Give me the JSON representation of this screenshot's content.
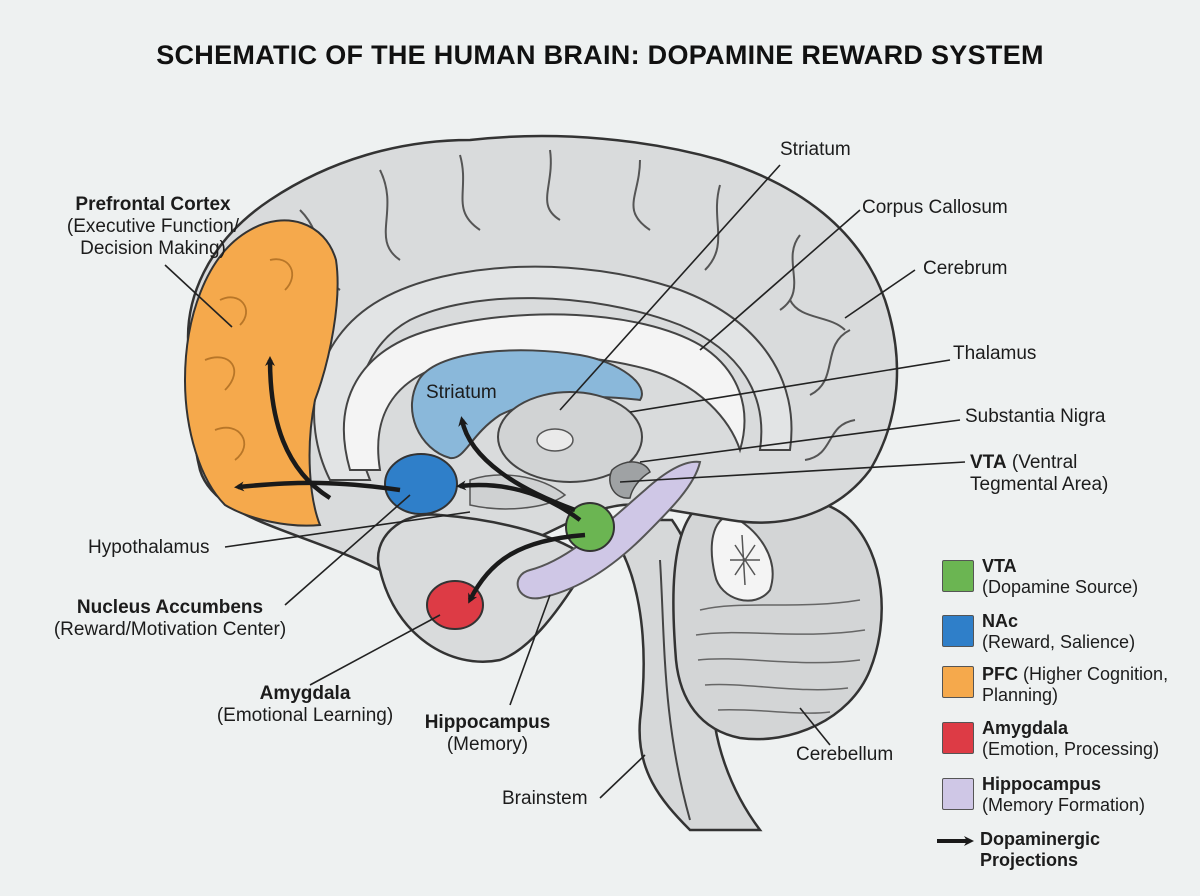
{
  "title": "SCHEMATIC OF THE HUMAN BRAIN: DOPAMINE REWARD SYSTEM",
  "colors": {
    "vta": "#6bb552",
    "nac": "#2f7fc9",
    "pfc": "#f5a94c",
    "amygdala": "#dd3b45",
    "hippocampus": "#cfc7e6",
    "striatum": "#8ab8da",
    "brain": "#d9dbdc",
    "outline": "#333333"
  },
  "labels": {
    "striatum_top": "Striatum",
    "corpus_callosum": "Corpus Callosum",
    "cerebrum": "Cerebrum",
    "thalamus": "Thalamus",
    "substantia_nigra": "Substantia Nigra",
    "vta_bold": "VTA",
    "vta_rest1": " (Ventral",
    "vta_rest2": "Tegmental Area)",
    "striatum_inner": "Striatum",
    "pfc_name": "Prefrontal Cortex",
    "pfc_desc1": "(Executive Function/",
    "pfc_desc2": "Decision Making)",
    "hypothalamus": "Hypothalamus",
    "nac_name": "Nucleus Accumbens",
    "nac_desc": "(Reward/Motivation Center)",
    "amygdala_name": "Amygdala",
    "amygdala_desc": "(Emotional Learning)",
    "hippocampus_name": "Hippocampus",
    "hippocampus_desc": "(Memory)",
    "brainstem": "Brainstem",
    "cerebellum": "Cerebellum"
  },
  "legend": [
    {
      "bold": "VTA",
      "line1_rest": "",
      "line2": "(Dopamine Source)",
      "color": "#6bb552"
    },
    {
      "bold": "NAc",
      "line1_rest": "",
      "line2": "(Reward, Salience)",
      "color": "#2f7fc9"
    },
    {
      "bold": "PFC",
      "line1_rest": " (Higher Cognition,",
      "line2": "Planning)",
      "color": "#f5a94c"
    },
    {
      "bold": "Amygdala",
      "line1_rest": "",
      "line2": "(Emotion, Processing)",
      "color": "#dd3b45"
    },
    {
      "bold": "Hippocampus",
      "line1_rest": "",
      "line2": "(Memory Formation)",
      "color": "#cfc7e6"
    }
  ],
  "legend_arrow": {
    "line1": "Dopaminergic",
    "line2": "Projections"
  }
}
